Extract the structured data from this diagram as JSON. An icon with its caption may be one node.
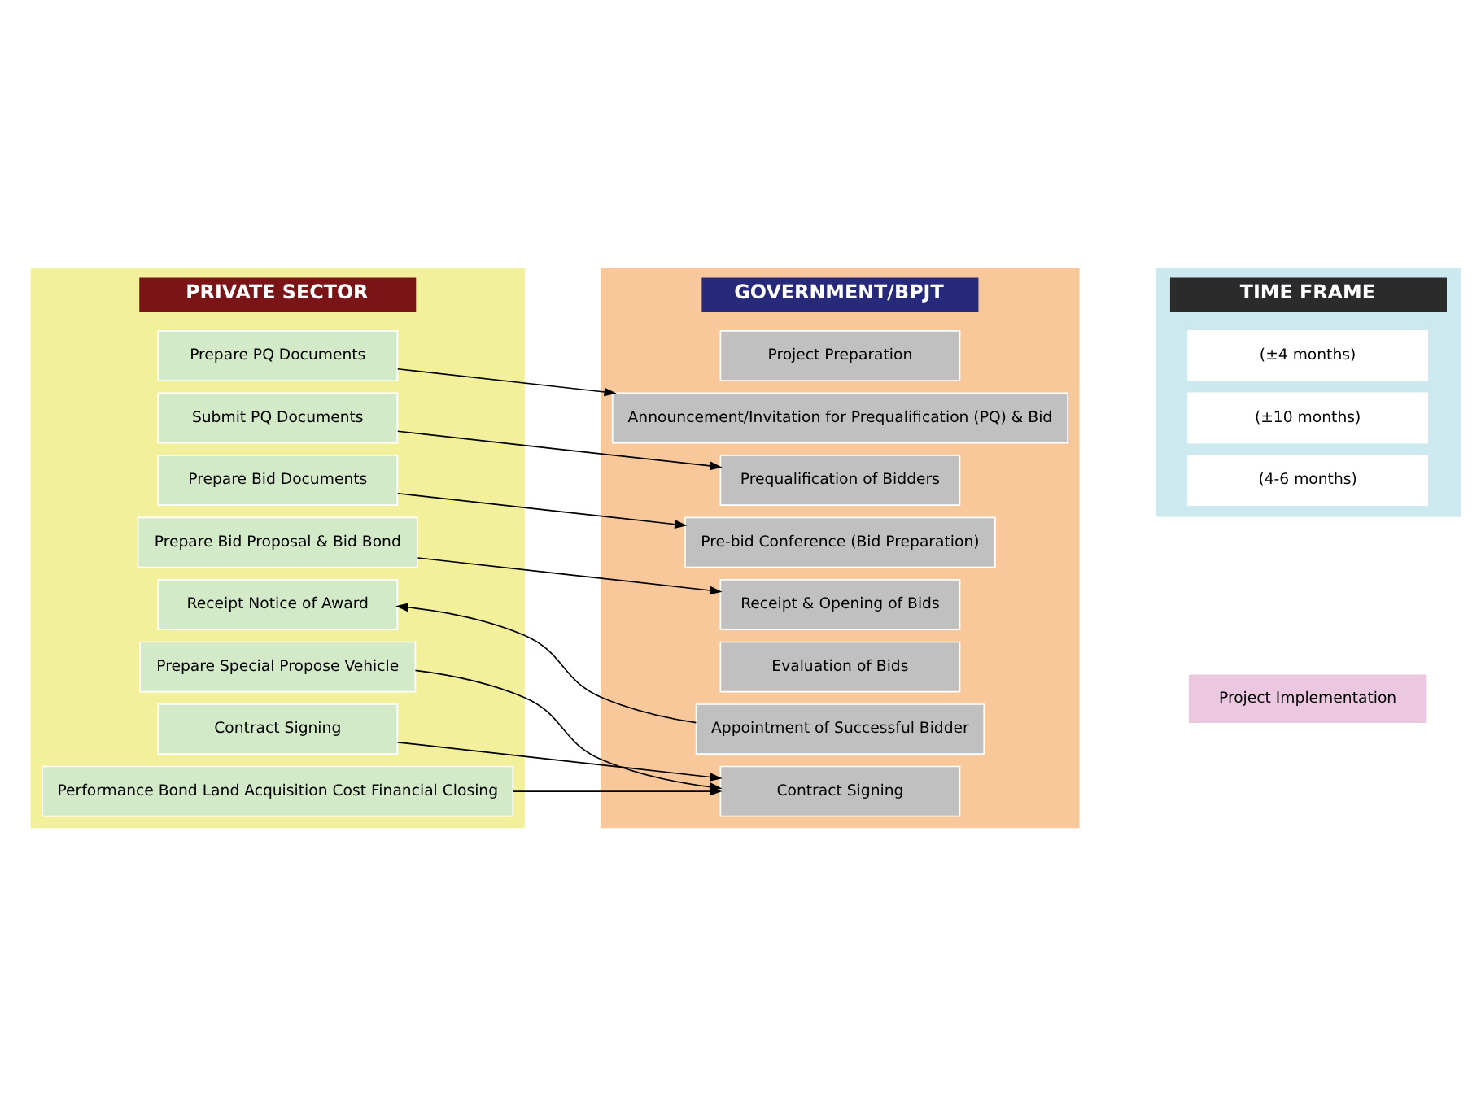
{
  "diagram": {
    "nodes": [
      {
        "text": [
          "PRIVATE SECTOR"
        ]
      },
      {
        "text": [
          "GOVERNMENT/BPJT"
        ]
      },
      {
        "text": [
          "TIME FRAME"
        ]
      },
      {
        "text": [
          "Prepare PQ Documents"
        ],
        "in": 0
      },
      {
        "text": [
          "Submit PQ Documents"
        ],
        "in": 0
      },
      {
        "text": [
          "Prepare Bid Documents"
        ],
        "in": 0
      },
      {
        "text": [
          "Prepare Bid Proposal & Bid Bond"
        ],
        "in": 0
      },
      {
        "text": [
          "Receipt Notice of Award"
        ],
        "in": 0
      },
      {
        "text": [
          "Prepare Special Propose Vehicle"
        ],
        "in": 0
      },
      {
        "text": [
          "Contract Signing"
        ],
        "in": 0
      },
      {
        "text": [
          "Performance Bond Land Acquisition Cost Financial Closing"
        ],
        "in": 0
      },
      {
        "text": [
          "Project Preparation"
        ],
        "in": 1
      },
      {
        "text": [
          "Announcement/Invitation for Prequalification (PQ) & Bid"
        ],
        "in": 1
      },
      {
        "text": [
          "Prequalification of Bidders"
        ],
        "in": 1
      },
      {
        "text": [
          "Pre-bid Conference (Bid Preparation)"
        ],
        "in": 1
      },
      {
        "text": [
          "Receipt & Opening of Bids"
        ],
        "in": 1
      },
      {
        "text": [
          "Evaluation of Bids"
        ],
        "in": 1
      },
      {
        "text": [
          "Appointment of Successful Bidder"
        ],
        "in": 1
      },
      {
        "text": [
          "Contract Signing"
        ],
        "in": 1
      },
      {
        "text": [
          "(±4 months)"
        ],
        "in": 2
      },
      {
        "text": [
          "(±10 months)"
        ],
        "in": 2
      },
      {
        "text": [
          "(4-6 months)"
        ],
        "in": 2
      },
      {
        "text": [
          "Project Implementation"
        ]
      }
    ],
    "edges": [
      {
        "from": 3,
        "to": 12,
        "arrow": "to"
      },
      {
        "from": 4,
        "to": 13,
        "arrow": "to"
      },
      {
        "from": 5,
        "to": 14,
        "arrow": "to"
      },
      {
        "from": 6,
        "to": 15,
        "arrow": "to"
      },
      {
        "from": 17,
        "to": 7,
        "arrow": "to"
      },
      {
        "from": 8,
        "to": 18,
        "arrow": "to"
      },
      {
        "from": 9,
        "to": 18,
        "arrow": "to"
      },
      {
        "from": 10,
        "to": 18,
        "arrow": "to"
      }
    ]
  }
}
